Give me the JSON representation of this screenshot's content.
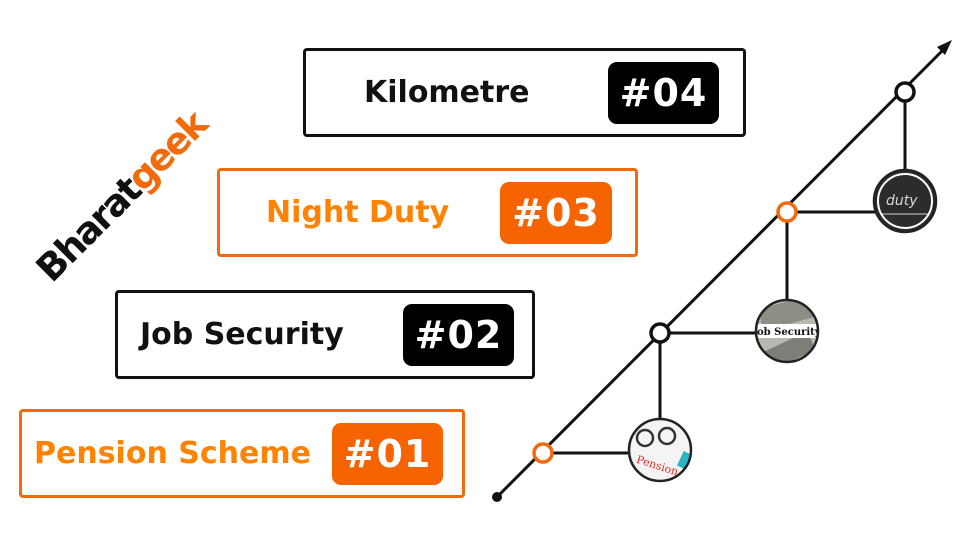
{
  "brand": {
    "part1": "Bharat",
    "part2": "geek",
    "colors": {
      "dark": "#111111",
      "accent": "#f26a0a"
    }
  },
  "items": [
    {
      "rank": "#04",
      "label": "Kilometre",
      "style": "dark",
      "image_caption": "duty"
    },
    {
      "rank": "#03",
      "label": "Night Duty",
      "style": "orange",
      "image_caption": "ob Security"
    },
    {
      "rank": "#02",
      "label": "Job Security",
      "style": "dark",
      "image_caption": "Pension"
    },
    {
      "rank": "#01",
      "label": "Pension Scheme",
      "style": "orange",
      "image_caption": ""
    }
  ],
  "timeline": {
    "node_colors": [
      "#f26a0a",
      "#111111",
      "#f26a0a",
      "#111111"
    ],
    "thumbnails": [
      {
        "caption": "Pension",
        "theme": "pension-paper-glasses"
      },
      {
        "caption": "ob Security",
        "theme": "dollar-bills"
      },
      {
        "caption": "duty",
        "theme": "chalkboard"
      }
    ]
  }
}
